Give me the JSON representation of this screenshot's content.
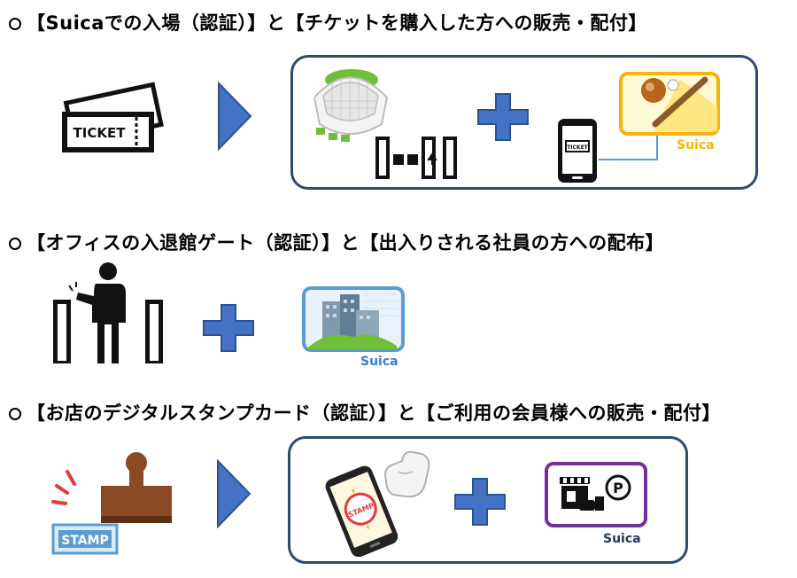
{
  "sections": [
    {
      "heading": "【Suicaでの入場（認証）】と【チケットを購入した方への販売・配付】",
      "ticket_text": "TICKET",
      "phone_ticket_text": "TICKET",
      "card_label": "Suica",
      "colors": {
        "card_border": "#f2b705",
        "card_label": "#f2b705"
      },
      "icons": [
        "ticket-icon",
        "stadium-icon",
        "gate-icon",
        "smartphone-ticket-icon",
        "baseball-card-icon"
      ]
    },
    {
      "heading": "【オフィスの入退館ゲート（認証）】と【出入りされる社員の方への配布】",
      "card_label": "Suica",
      "colors": {
        "card_border": "#5b9bd5",
        "card_label": "#3c78d8"
      },
      "icons": [
        "person-at-gate-icon",
        "office-building-card-icon"
      ]
    },
    {
      "heading": "【お店のデジタルスタンプカード（認証）】と【ご利用の会員様への販売・配付】",
      "stamp_label": "STAMP",
      "phone_stamp_label": "STAMP",
      "card_label": "Suica",
      "colors": {
        "card_border": "#7030a0",
        "card_label": "#1f3864"
      },
      "icons": [
        "rubber-stamp-icon",
        "smartphone-stamp-icon",
        "touch-hand-icon",
        "shop-parking-card-icon"
      ]
    }
  ],
  "colors": {
    "arrow": "#4472c4",
    "plus": "#4472c4",
    "panel_border": "#2f4a70"
  }
}
